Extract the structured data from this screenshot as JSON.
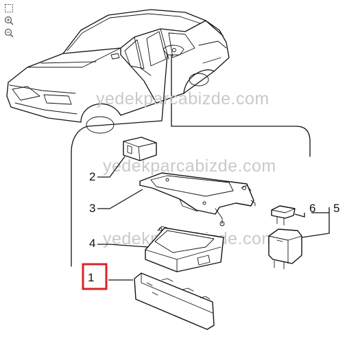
{
  "watermark": [
    "yedekparcabizde.com",
    "yedekparcabizde.com",
    "yedekparcabizde.com"
  ],
  "callouts": [
    {
      "label": "1",
      "highlighted": true
    },
    {
      "label": "2"
    },
    {
      "label": "3"
    },
    {
      "label": "4"
    },
    {
      "label": "5"
    },
    {
      "label": "6"
    }
  ],
  "toolbar": {
    "icons": [
      "fit-screen-icon",
      "zoom-in-icon",
      "zoom-out-icon"
    ]
  },
  "colors": {
    "highlight": "#d9232a",
    "line": "#111111",
    "watermark": "#c9c9c9"
  }
}
